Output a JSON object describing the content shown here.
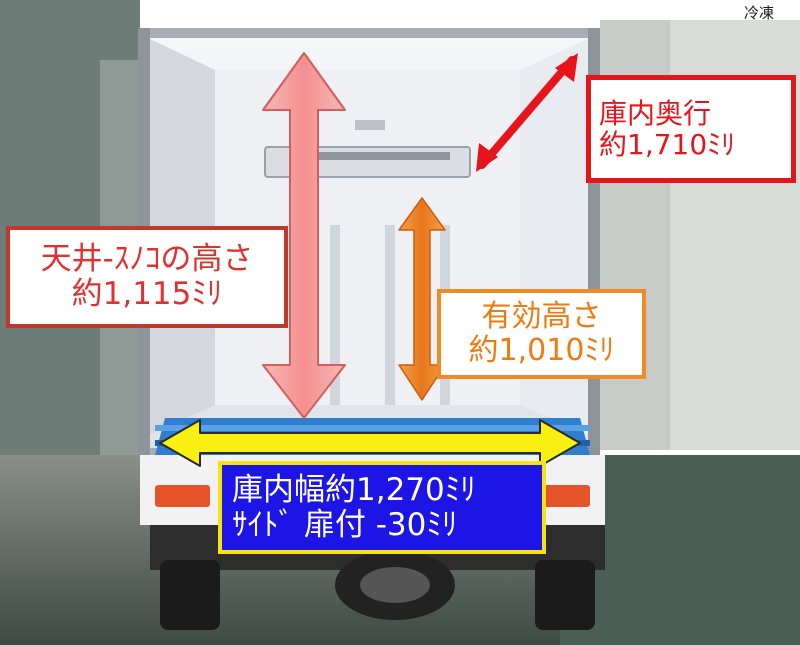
{
  "top_right_caption": "冷凍",
  "callouts": {
    "depth": {
      "line1": "庫内奥行",
      "line2": "約1,710ﾐﾘ"
    },
    "ceiling": {
      "line1": "天井-ｽﾉｺの高さ",
      "line2": "約1,115ﾐﾘ"
    },
    "effective_height": {
      "line1": "有効高さ",
      "line2": "約1,010ﾐﾘ"
    },
    "interior_width": {
      "line1": "庫内幅約1,270ﾐﾘ",
      "line2": "ｻｲﾄﾞ 扉付 -30ﾐﾘ"
    }
  },
  "colors": {
    "depth_border": "#e8141b",
    "ceiling_arrow": "#f4a3a3",
    "effective_arrow": "#f08a24",
    "width_arrow": "#f7f011",
    "width_label_bg": "#1c15e6",
    "pallet_blue": "#2f7fd1"
  },
  "icons": [
    "ceiling-height-arrow",
    "effective-height-arrow",
    "depth-arrow",
    "width-arrow"
  ]
}
